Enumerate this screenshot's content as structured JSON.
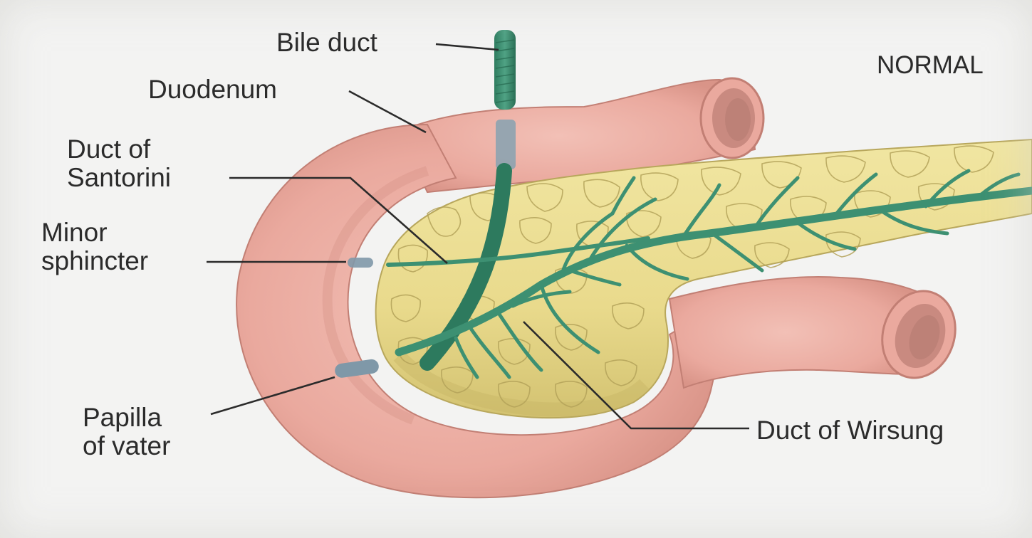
{
  "labels": {
    "bile_duct": "Bile duct",
    "duodenum": "Duodenum",
    "duct_of_santorini_line1": "Duct of",
    "duct_of_santorini_line2": "Santorini",
    "minor_sphincter_line1": "Minor",
    "minor_sphincter_line2": "sphincter",
    "papilla_line1": "Papilla",
    "papilla_line2": "of vater",
    "duct_of_wirsung": "Duct of Wirsung",
    "normal": "NORMAL"
  },
  "colors": {
    "duodenum": "#edb0a6",
    "duodenum_shade": "#d99488",
    "lumen": "#c98a80",
    "pancreas": "#ecdf93",
    "pancreas_shade": "#d6c676",
    "pancreas_lobule_line": "#b4a35a",
    "duct": "#3d9072",
    "duct_dark": "#2d7a5e",
    "sphincter": "#7f98a8",
    "leader_line": "#2b2b2b",
    "text": "#2b2b2b"
  }
}
